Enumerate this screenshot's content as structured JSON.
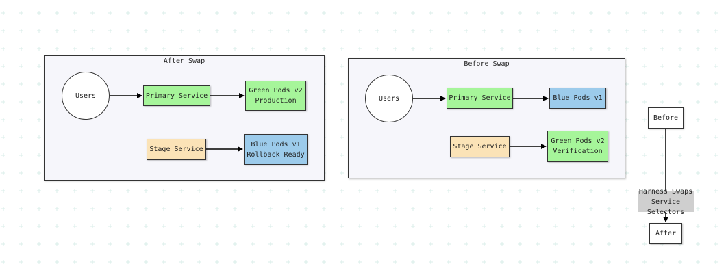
{
  "colors": {
    "green": "#a6f59a",
    "blue": "#9ccbeb",
    "orange": "#fbe3b7",
    "cluster_bg": "#f6f6fb",
    "grid": "#d9ede8",
    "edge_label_bg": "#cfcfcf"
  },
  "after_swap": {
    "title": "After Swap",
    "users": "Users",
    "primary_service": "Primary Service",
    "green_pods": "Green Pods v2\nProduction",
    "stage_service": "Stage Service",
    "blue_pods": "Blue Pods v1\nRollback Ready"
  },
  "before_swap": {
    "title": "Before Swap",
    "users": "Users",
    "primary_service": "Primary Service",
    "blue_pods": "Blue Pods v1",
    "stage_service": "Stage Service",
    "green_pods": "Green Pods v2\nVerification"
  },
  "transition": {
    "before": "Before",
    "edge_label": "Harness Swaps\nService Selectors",
    "after": "After"
  }
}
